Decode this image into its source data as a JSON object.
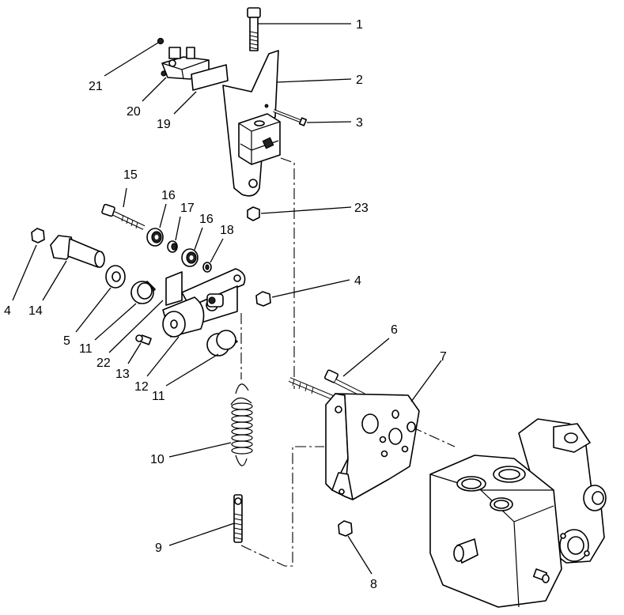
{
  "diagram": {
    "callouts": [
      {
        "id": "c1",
        "label": "1"
      },
      {
        "id": "c2",
        "label": "2"
      },
      {
        "id": "c3",
        "label": "3"
      },
      {
        "id": "c23",
        "label": "23"
      },
      {
        "id": "c21",
        "label": "21"
      },
      {
        "id": "c20",
        "label": "20"
      },
      {
        "id": "c19",
        "label": "19"
      },
      {
        "id": "c15",
        "label": "15"
      },
      {
        "id": "c16a",
        "label": "16"
      },
      {
        "id": "c17",
        "label": "17"
      },
      {
        "id": "c16b",
        "label": "16"
      },
      {
        "id": "c18",
        "label": "18"
      },
      {
        "id": "c4a",
        "label": "4"
      },
      {
        "id": "c14",
        "label": "14"
      },
      {
        "id": "c5",
        "label": "5"
      },
      {
        "id": "c11a",
        "label": "11"
      },
      {
        "id": "c22",
        "label": "22"
      },
      {
        "id": "c13",
        "label": "13"
      },
      {
        "id": "c12",
        "label": "12"
      },
      {
        "id": "c11b",
        "label": "11"
      },
      {
        "id": "c4b",
        "label": "4"
      },
      {
        "id": "c6",
        "label": "6"
      },
      {
        "id": "c7",
        "label": "7"
      },
      {
        "id": "c10",
        "label": "10"
      },
      {
        "id": "c9",
        "label": "9"
      },
      {
        "id": "c8",
        "label": "8"
      }
    ]
  }
}
